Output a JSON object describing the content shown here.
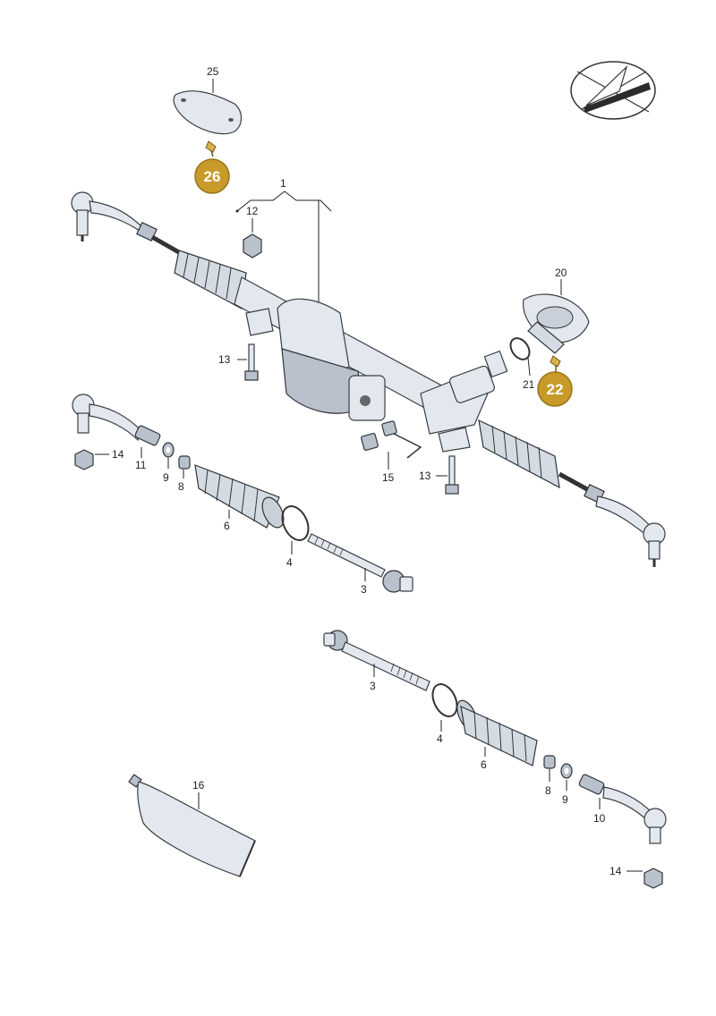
{
  "diagram": {
    "labels": {
      "l25": "25",
      "l1": "1",
      "l12": "12",
      "l13a": "13",
      "l13b": "13",
      "l20": "20",
      "l21": "21",
      "l14a": "14",
      "l11": "11",
      "l9a": "9",
      "l8a": "8",
      "l6a": "6",
      "l15": "15",
      "l4a": "4",
      "l3a": "3",
      "l3b": "3",
      "l4b": "4",
      "l6b": "6",
      "l8b": "8",
      "l9b": "9",
      "l10": "10",
      "l14b": "14",
      "l16": "16"
    },
    "badges": {
      "b26": "26",
      "b22": "22"
    },
    "colors": {
      "badge_fill": "#c89a2a",
      "badge_stroke": "#9a7418",
      "line": "#222222",
      "part_fill": "#e3e8ee"
    }
  }
}
